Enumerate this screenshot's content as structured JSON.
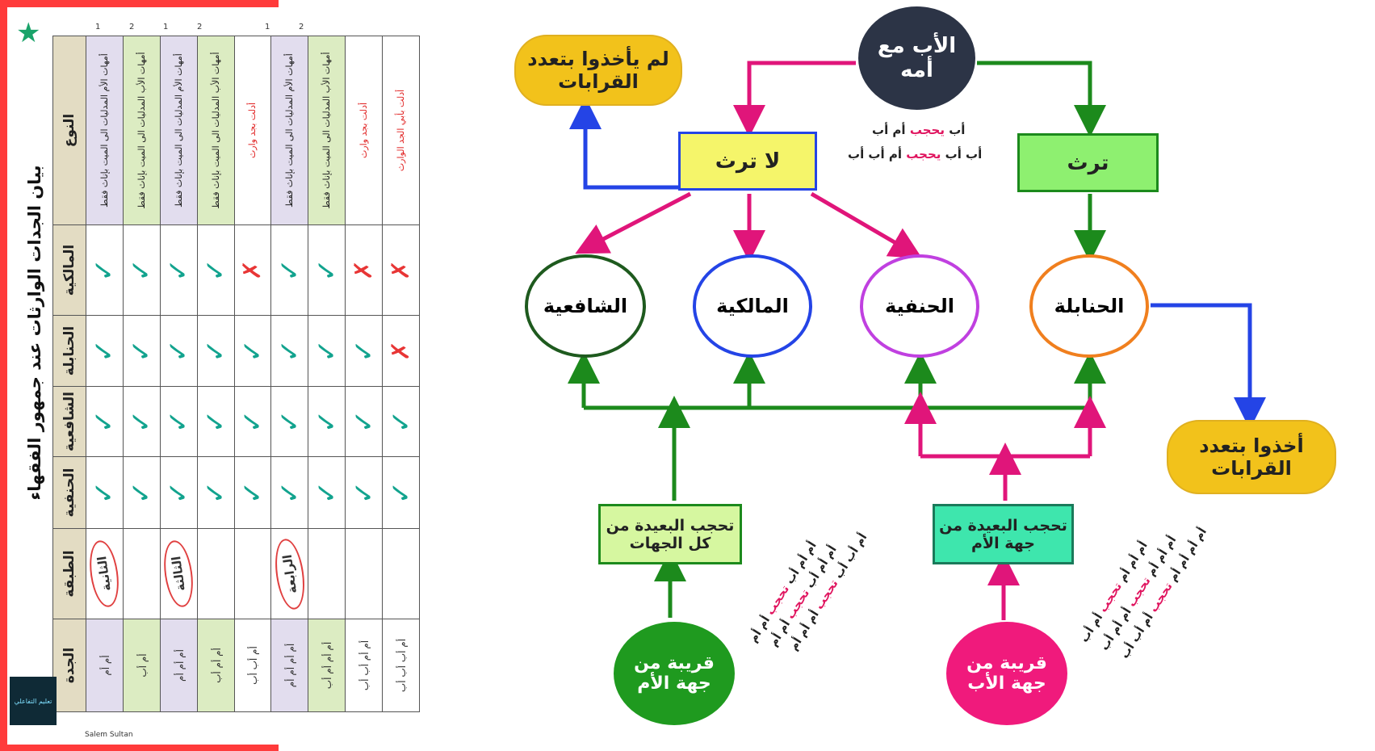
{
  "table": {
    "title": "بيان الجدات الوارثات عند جمهور الفقهاء",
    "headers": [
      "الجدة",
      "الطبقة",
      "الحنفية",
      "الشافعية",
      "الحنابلة",
      "المالكية",
      "النوع"
    ],
    "col_numbers": [
      "1",
      "2",
      "1",
      "2",
      "",
      "1",
      "2",
      "",
      ""
    ],
    "rows": [
      {
        "grandma": "أم أم",
        "tier": "الثانية",
        "hanafi": "✓",
        "shafii": "✓",
        "hanbali": "✓",
        "maliki": "✓",
        "type": "أمهات الأم المدليات الى الميت بإناث فقط",
        "type_red": false
      },
      {
        "grandma": "أم أب",
        "tier": "",
        "hanafi": "✓",
        "shafii": "✓",
        "hanbali": "✓",
        "maliki": "✓",
        "type": "أمهات الأب المدليات الى الميت بإناث فقط",
        "type_red": false
      },
      {
        "grandma": "أم أم أم",
        "tier": "الثالثة",
        "hanafi": "✓",
        "shafii": "✓",
        "hanbali": "✓",
        "maliki": "✓",
        "type": "أمهات الأم المدليات الى الميت بإناث فقط",
        "type_red": false
      },
      {
        "grandma": "أم أم أب",
        "tier": "",
        "hanafi": "✓",
        "shafii": "✓",
        "hanbali": "✓",
        "maliki": "✓",
        "type": "أمهات الأب المدليات الى الميت بإناث فقط",
        "type_red": false
      },
      {
        "grandma": "أم أب أب",
        "tier": "",
        "hanafi": "✓",
        "shafii": "✓",
        "hanbali": "✓",
        "maliki": "✗",
        "type": "أدلت بجد وارث",
        "type_red": true
      },
      {
        "grandma": "أم أم أم أم",
        "tier": "الرابعة",
        "hanafi": "✓",
        "shafii": "✓",
        "hanbali": "✓",
        "maliki": "✓",
        "type": "أمهات الأم المدليات الى الميت بإناث فقط",
        "type_red": false
      },
      {
        "grandma": "أم أم أم أب",
        "tier": "",
        "hanafi": "✓",
        "shafii": "✓",
        "hanbali": "✓",
        "maliki": "✓",
        "type": "أمهات الأب المدليات الى الميت بإناث فقط",
        "type_red": false
      },
      {
        "grandma": "أم أم أب أب",
        "tier": "",
        "hanafi": "✓",
        "shafii": "✓",
        "hanbali": "✓",
        "maliki": "✗",
        "type": "أدلت بجد وارث",
        "type_red": true
      },
      {
        "grandma": "أم أب أب أب",
        "tier": "",
        "hanafi": "✓",
        "shafii": "✓",
        "hanbali": "✗",
        "maliki": "✗",
        "type": "أدلت بأبي الجد الوارث",
        "type_red": true
      }
    ],
    "author": "Salem Sultan",
    "logo_text": "تعليم التفاعلي"
  },
  "diagram": {
    "father_with_mother": "الأب مع أمه",
    "not_inherit": "لا ترث",
    "inherit": "ترث",
    "no_multiple": "لم يأخذوا بتعدد القرابات",
    "took_multiple": "أخذوا بتعدد القرابات",
    "shafii": "الشافعية",
    "maliki": "المالكية",
    "hanafi": "الحنفية",
    "hanbali": "الحنابلة",
    "block_far_all": "تحجب البعيدة من كل الجهات",
    "block_far_mother": "تحجب البعيدة من جهة الأم",
    "near_mother": "قريبة من جهة الأم",
    "near_father": "قريبة من جهة الأب",
    "note1_a": "أب",
    "note1_hl": "يحجب",
    "note1_b": "أم أب",
    "note2_a": "أب أب",
    "note2_hl": "يحجب",
    "note2_b": "أم أب أب",
    "left_lines": [
      {
        "a": "أم أم",
        "hl": "تحجب",
        "b": "أم أم أب"
      },
      {
        "a": "أم أم",
        "hl": "تحجب",
        "b": "أم أم أب"
      },
      {
        "a": "أم أم أم",
        "hl": "تحجب",
        "b": "أم أب أب"
      }
    ],
    "right_lines": [
      {
        "a": "أم أب",
        "hl": "تحجب",
        "b": "أم أم أم"
      },
      {
        "a": "أم أم أب",
        "hl": "تحجب",
        "b": "أم أم أم"
      },
      {
        "a": "أم أب أب",
        "hl": "تحجب",
        "b": "أم أم أم أم"
      }
    ],
    "colors": {
      "pink": "#e0157a",
      "green": "#1c8a1c",
      "blue": "#2444e6",
      "gold": "#f2c21b",
      "navy": "#2c3446"
    }
  }
}
